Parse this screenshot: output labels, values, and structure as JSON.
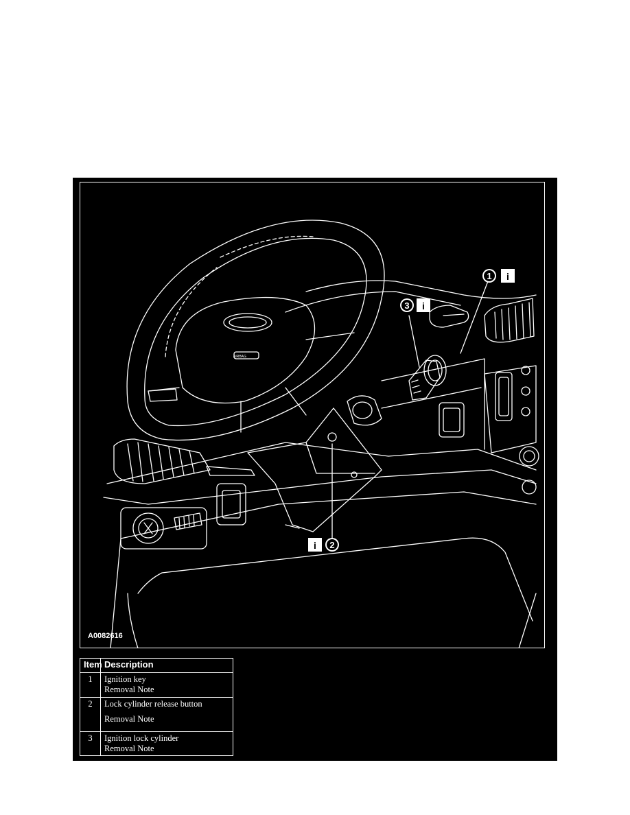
{
  "figure": {
    "id": "A0082616",
    "callouts": [
      {
        "number": "1",
        "info_icon": "info-icon"
      },
      {
        "number": "3",
        "info_icon": "info-icon"
      },
      {
        "number": "2",
        "info_icon": "info-icon"
      }
    ],
    "airbag_label": "AIRBAG"
  },
  "legend": {
    "headers": {
      "item": "Item",
      "description": "Description"
    },
    "rows": [
      {
        "item": "1",
        "line1": "Ignition key",
        "line2": "Removal Note"
      },
      {
        "item": "2",
        "line1": "Lock cylinder release button",
        "line2": "Removal Note"
      },
      {
        "item": "3",
        "line1": "Ignition lock cylinder",
        "line2": "Removal Note"
      }
    ]
  },
  "colors": {
    "background": "#000000",
    "lines": "#ffffff",
    "page": "#ffffff"
  }
}
